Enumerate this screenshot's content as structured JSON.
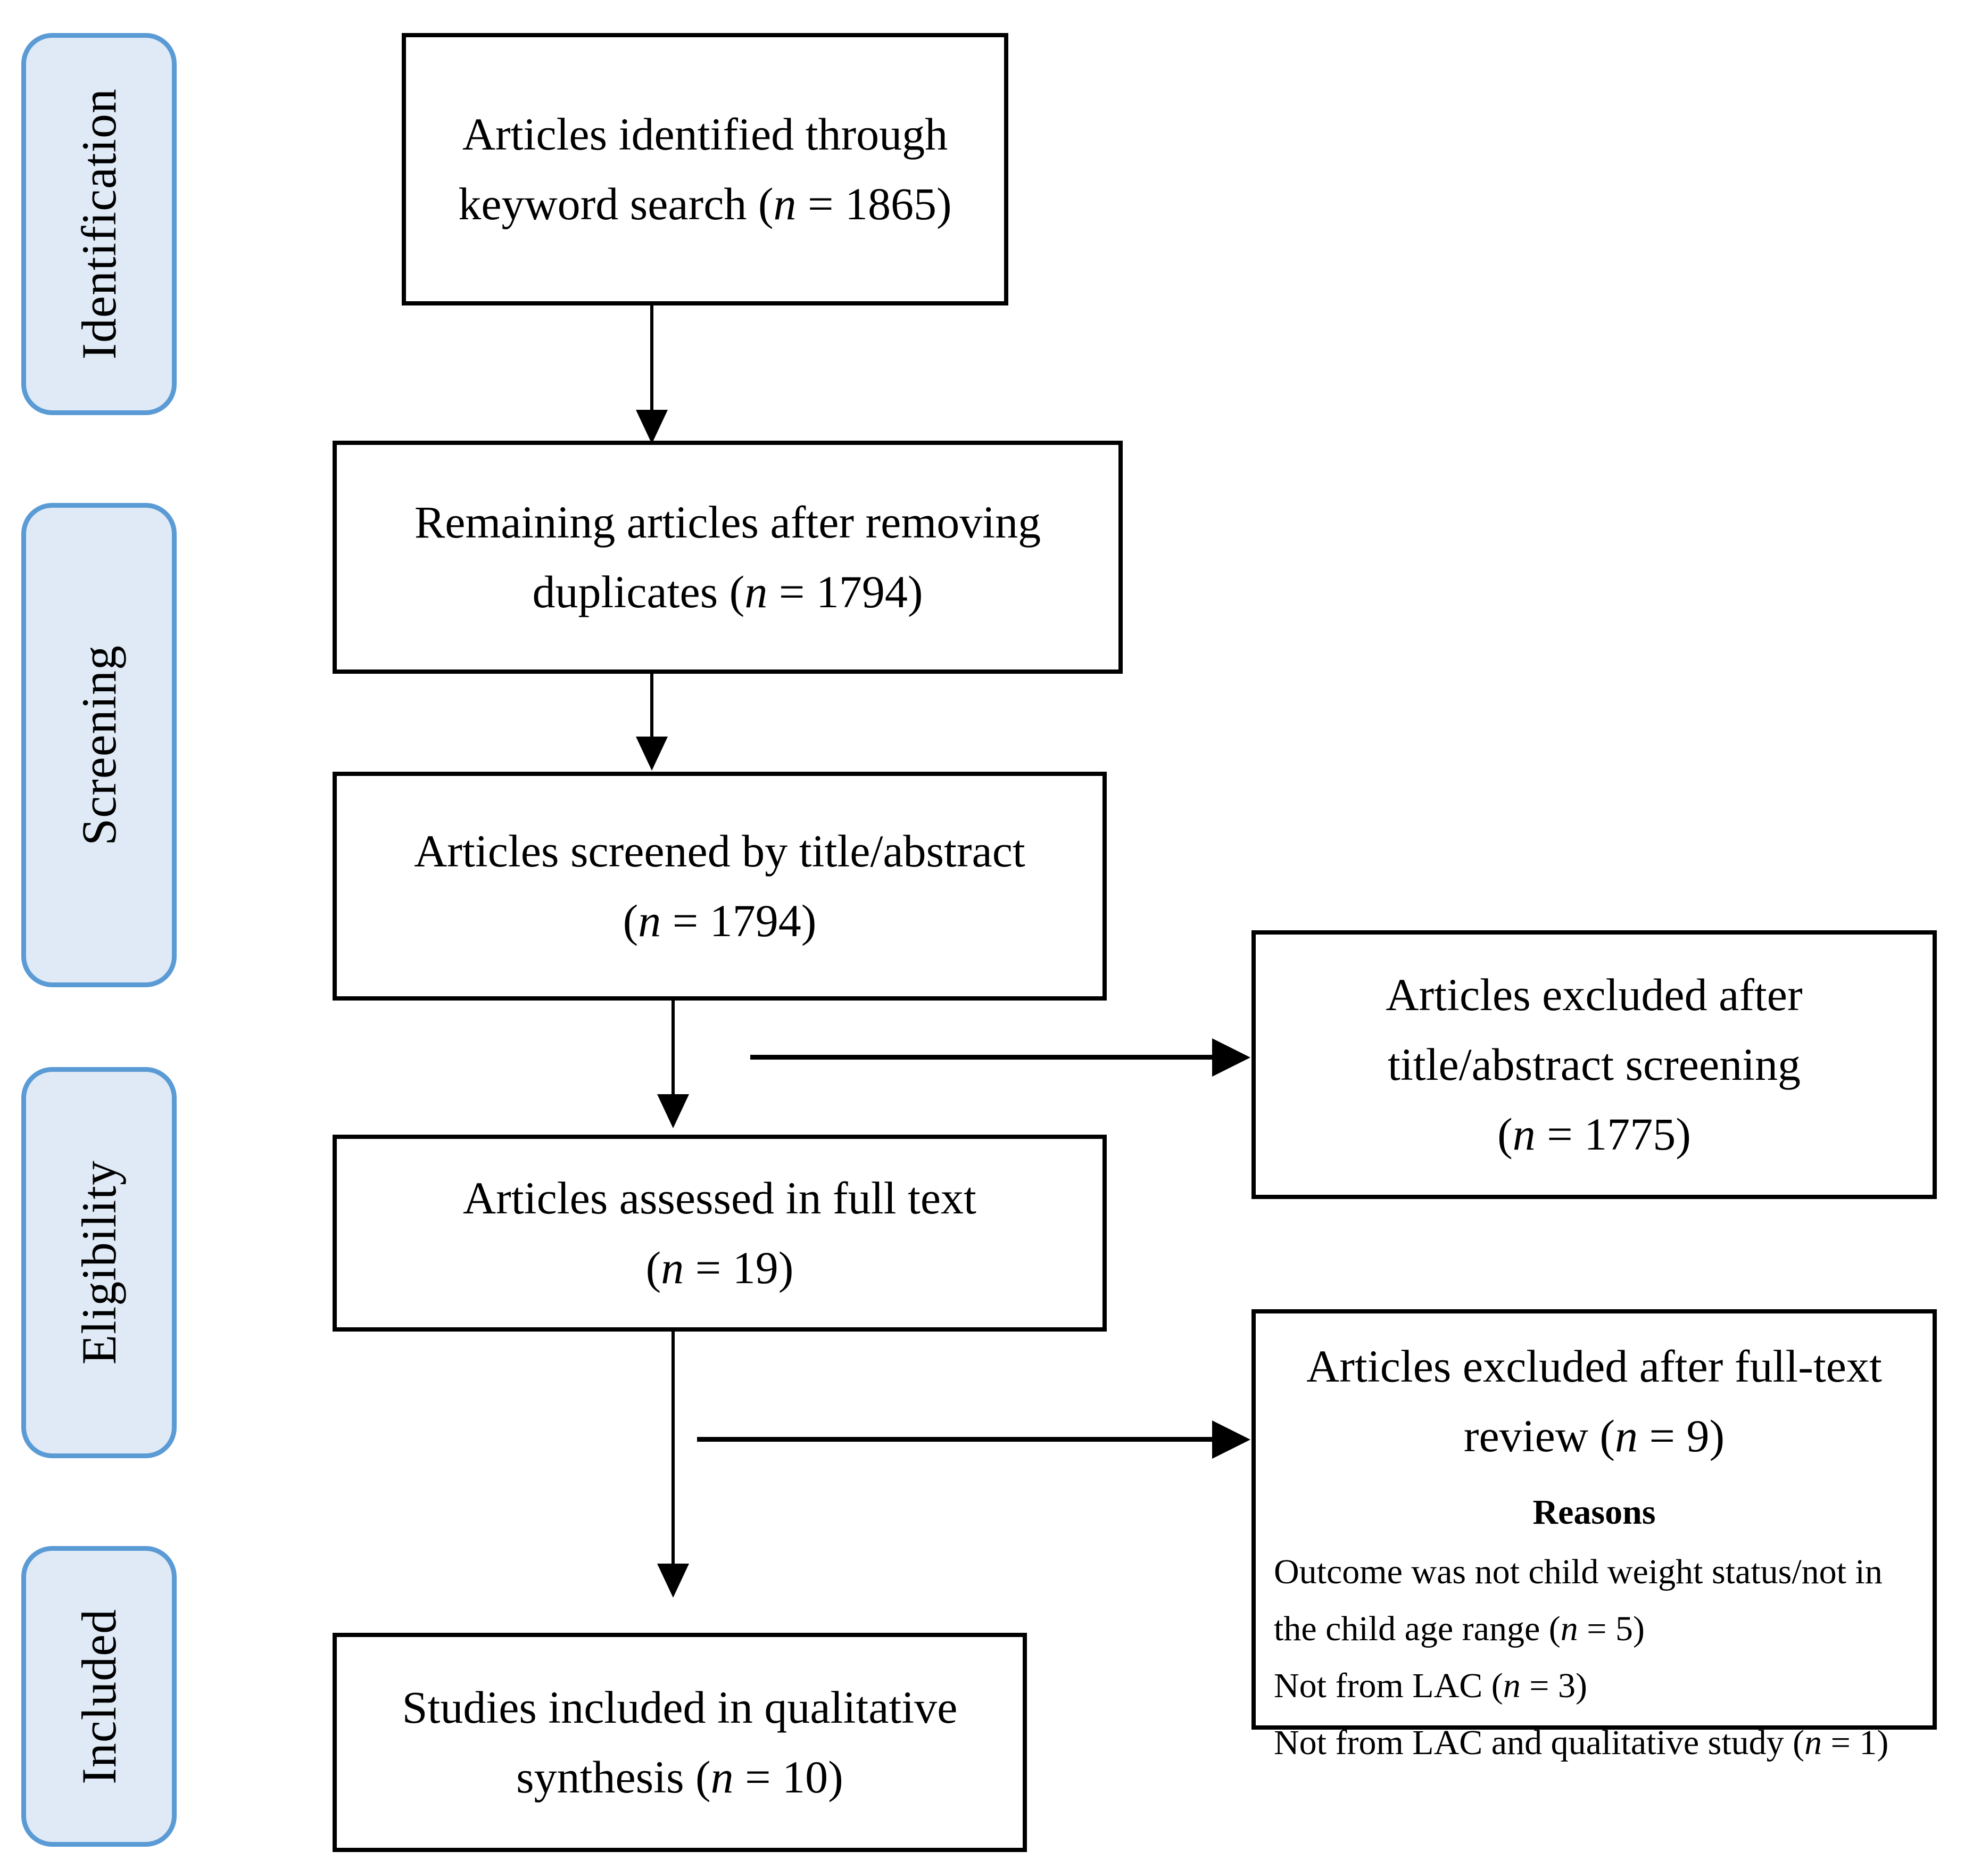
{
  "diagram": {
    "type": "prisma-flow-diagram",
    "colors": {
      "phase_fill": "#dfeaf6",
      "phase_border": "#5b9bd5",
      "box_border": "#000000",
      "box_fill": "#ffffff",
      "connector": "#000000"
    }
  },
  "phases": [
    {
      "label": "Identification"
    },
    {
      "label": "Screening"
    },
    {
      "label": "Eligibility"
    },
    {
      "label": "Included"
    }
  ],
  "boxes": {
    "identified": {
      "line1": "Articles identified through",
      "line2_pre": "keyword search (",
      "line2_var": "n",
      "line2_post": " = 1865)",
      "n": 1865
    },
    "deduplicated": {
      "line1": "Remaining articles after removing",
      "line2_pre": "duplicates (",
      "line2_var": "n",
      "line2_post": " = 1794)",
      "n": 1794
    },
    "screened": {
      "line1": "Articles screened by title/abstract",
      "line2_pre": "(",
      "line2_var": "n",
      "line2_post": " = 1794)",
      "n": 1794
    },
    "fulltext": {
      "line1": "Articles assessed in full text",
      "line2_pre": "(",
      "line2_var": "n",
      "line2_post": " = 19)",
      "n": 19
    },
    "included": {
      "line1": "Studies included in qualitative",
      "line2_pre": "synthesis (",
      "line2_var": "n",
      "line2_post": " = 10)",
      "n": 10
    },
    "excluded_screening": {
      "line1": "Articles excluded after",
      "line2": "title/abstract screening",
      "line3_pre": "(",
      "line3_var": "n",
      "line3_post": " = 1775)",
      "n": 1775
    },
    "excluded_fulltext": {
      "line1": "Articles excluded after full-text",
      "line2_pre": "review (",
      "line2_var": "n",
      "line2_post": " = 9)",
      "n": 9,
      "reasons_title": "Reasons",
      "reasons": [
        {
          "text_pre": "Outcome was not child weight status/not in the child age range (",
          "var": "n",
          "text_post": " = 5)",
          "n": 5
        },
        {
          "text_pre": "Not from LAC (",
          "var": "n",
          "text_post": " = 3)",
          "n": 3
        },
        {
          "text_pre": "Not from LAC and qualitative study (",
          "var": "n",
          "text_post": " = 1)",
          "n": 1
        }
      ]
    }
  }
}
